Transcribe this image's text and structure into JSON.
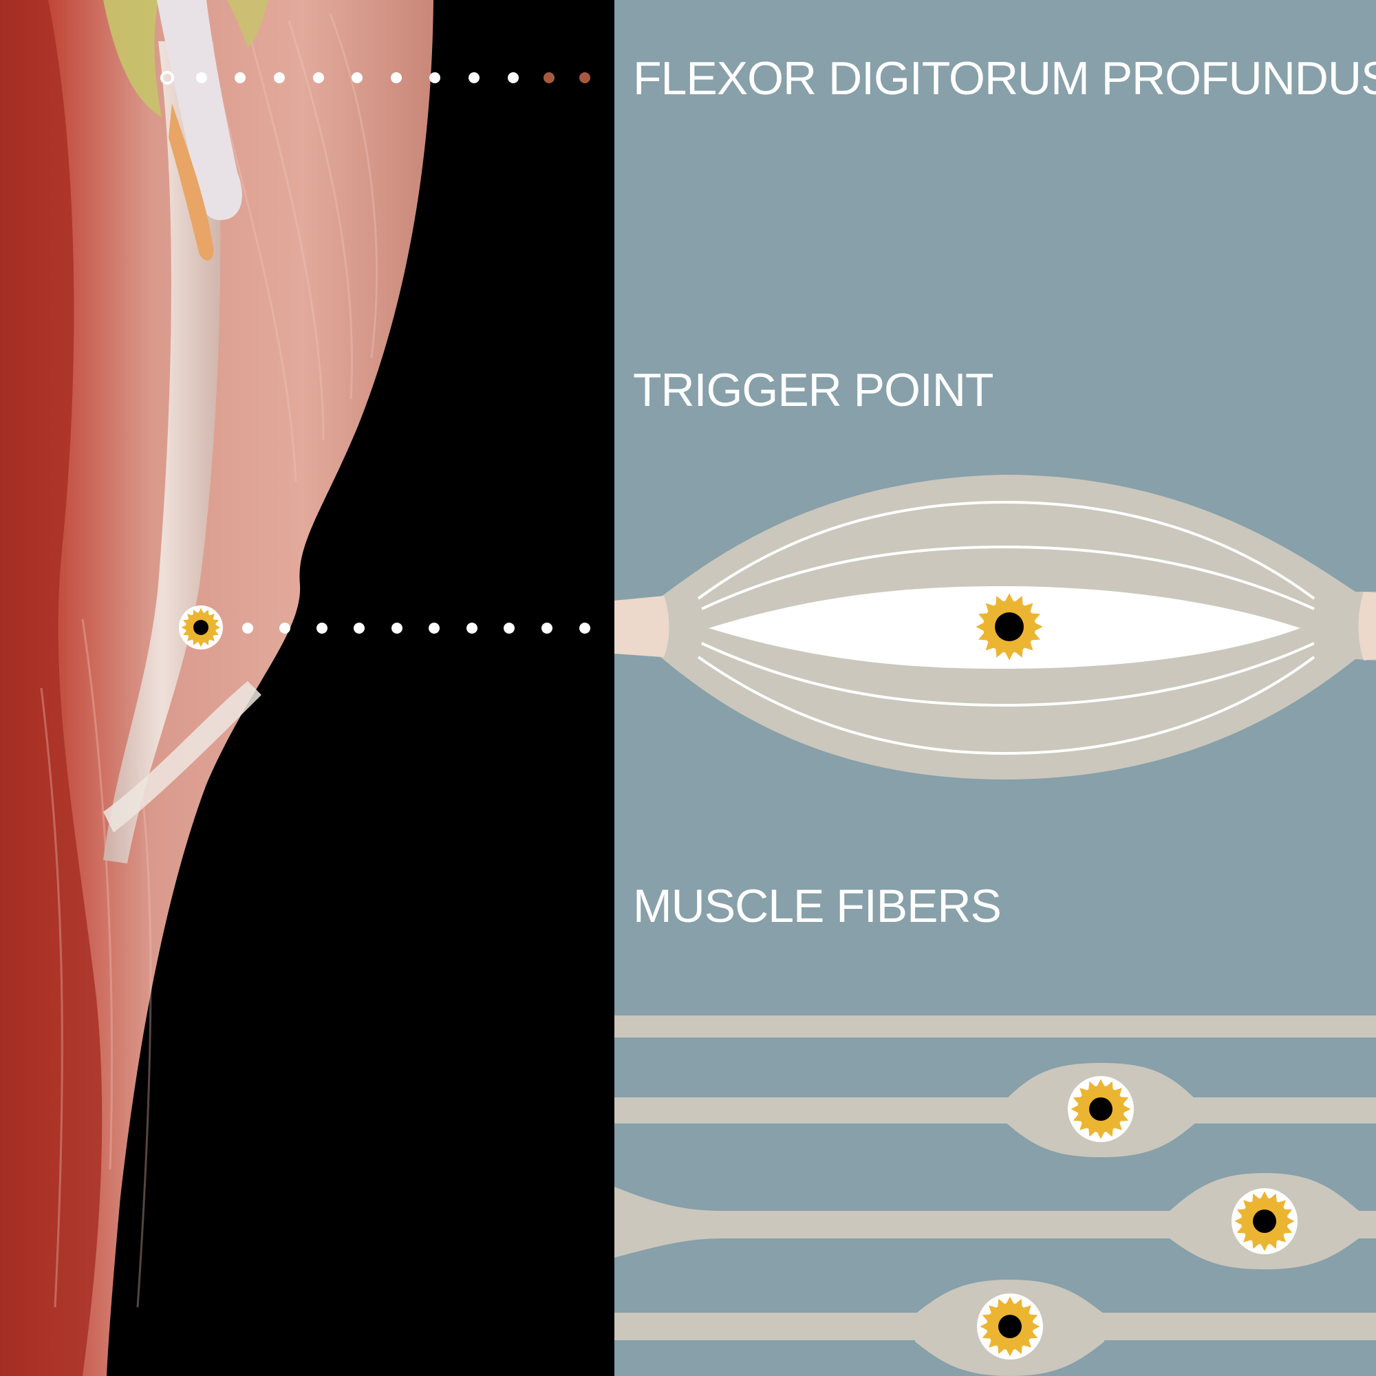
{
  "labels": {
    "muscle_name": "FLEXOR DIGITORUM PROFUNDUS",
    "trigger_point": "TRIGGER POINT",
    "muscle_fibers": "MUSCLE FIBERS"
  },
  "colors": {
    "background_left": "#000000",
    "background_right": "#87a0a9",
    "muscle_pink": "#d99a8c",
    "muscle_red": "#b5372c",
    "tendon_white": "#ede6e0",
    "fiber_gray": "#cbc7bd",
    "trigger_gold": "#ecb531",
    "trigger_core": "#000000",
    "accent_dot": "#a85a40",
    "label_text": "#ffffff"
  },
  "icons": {
    "trigger_point_marker": "sunburst-icon",
    "leader_dots": "dotted-leader"
  }
}
